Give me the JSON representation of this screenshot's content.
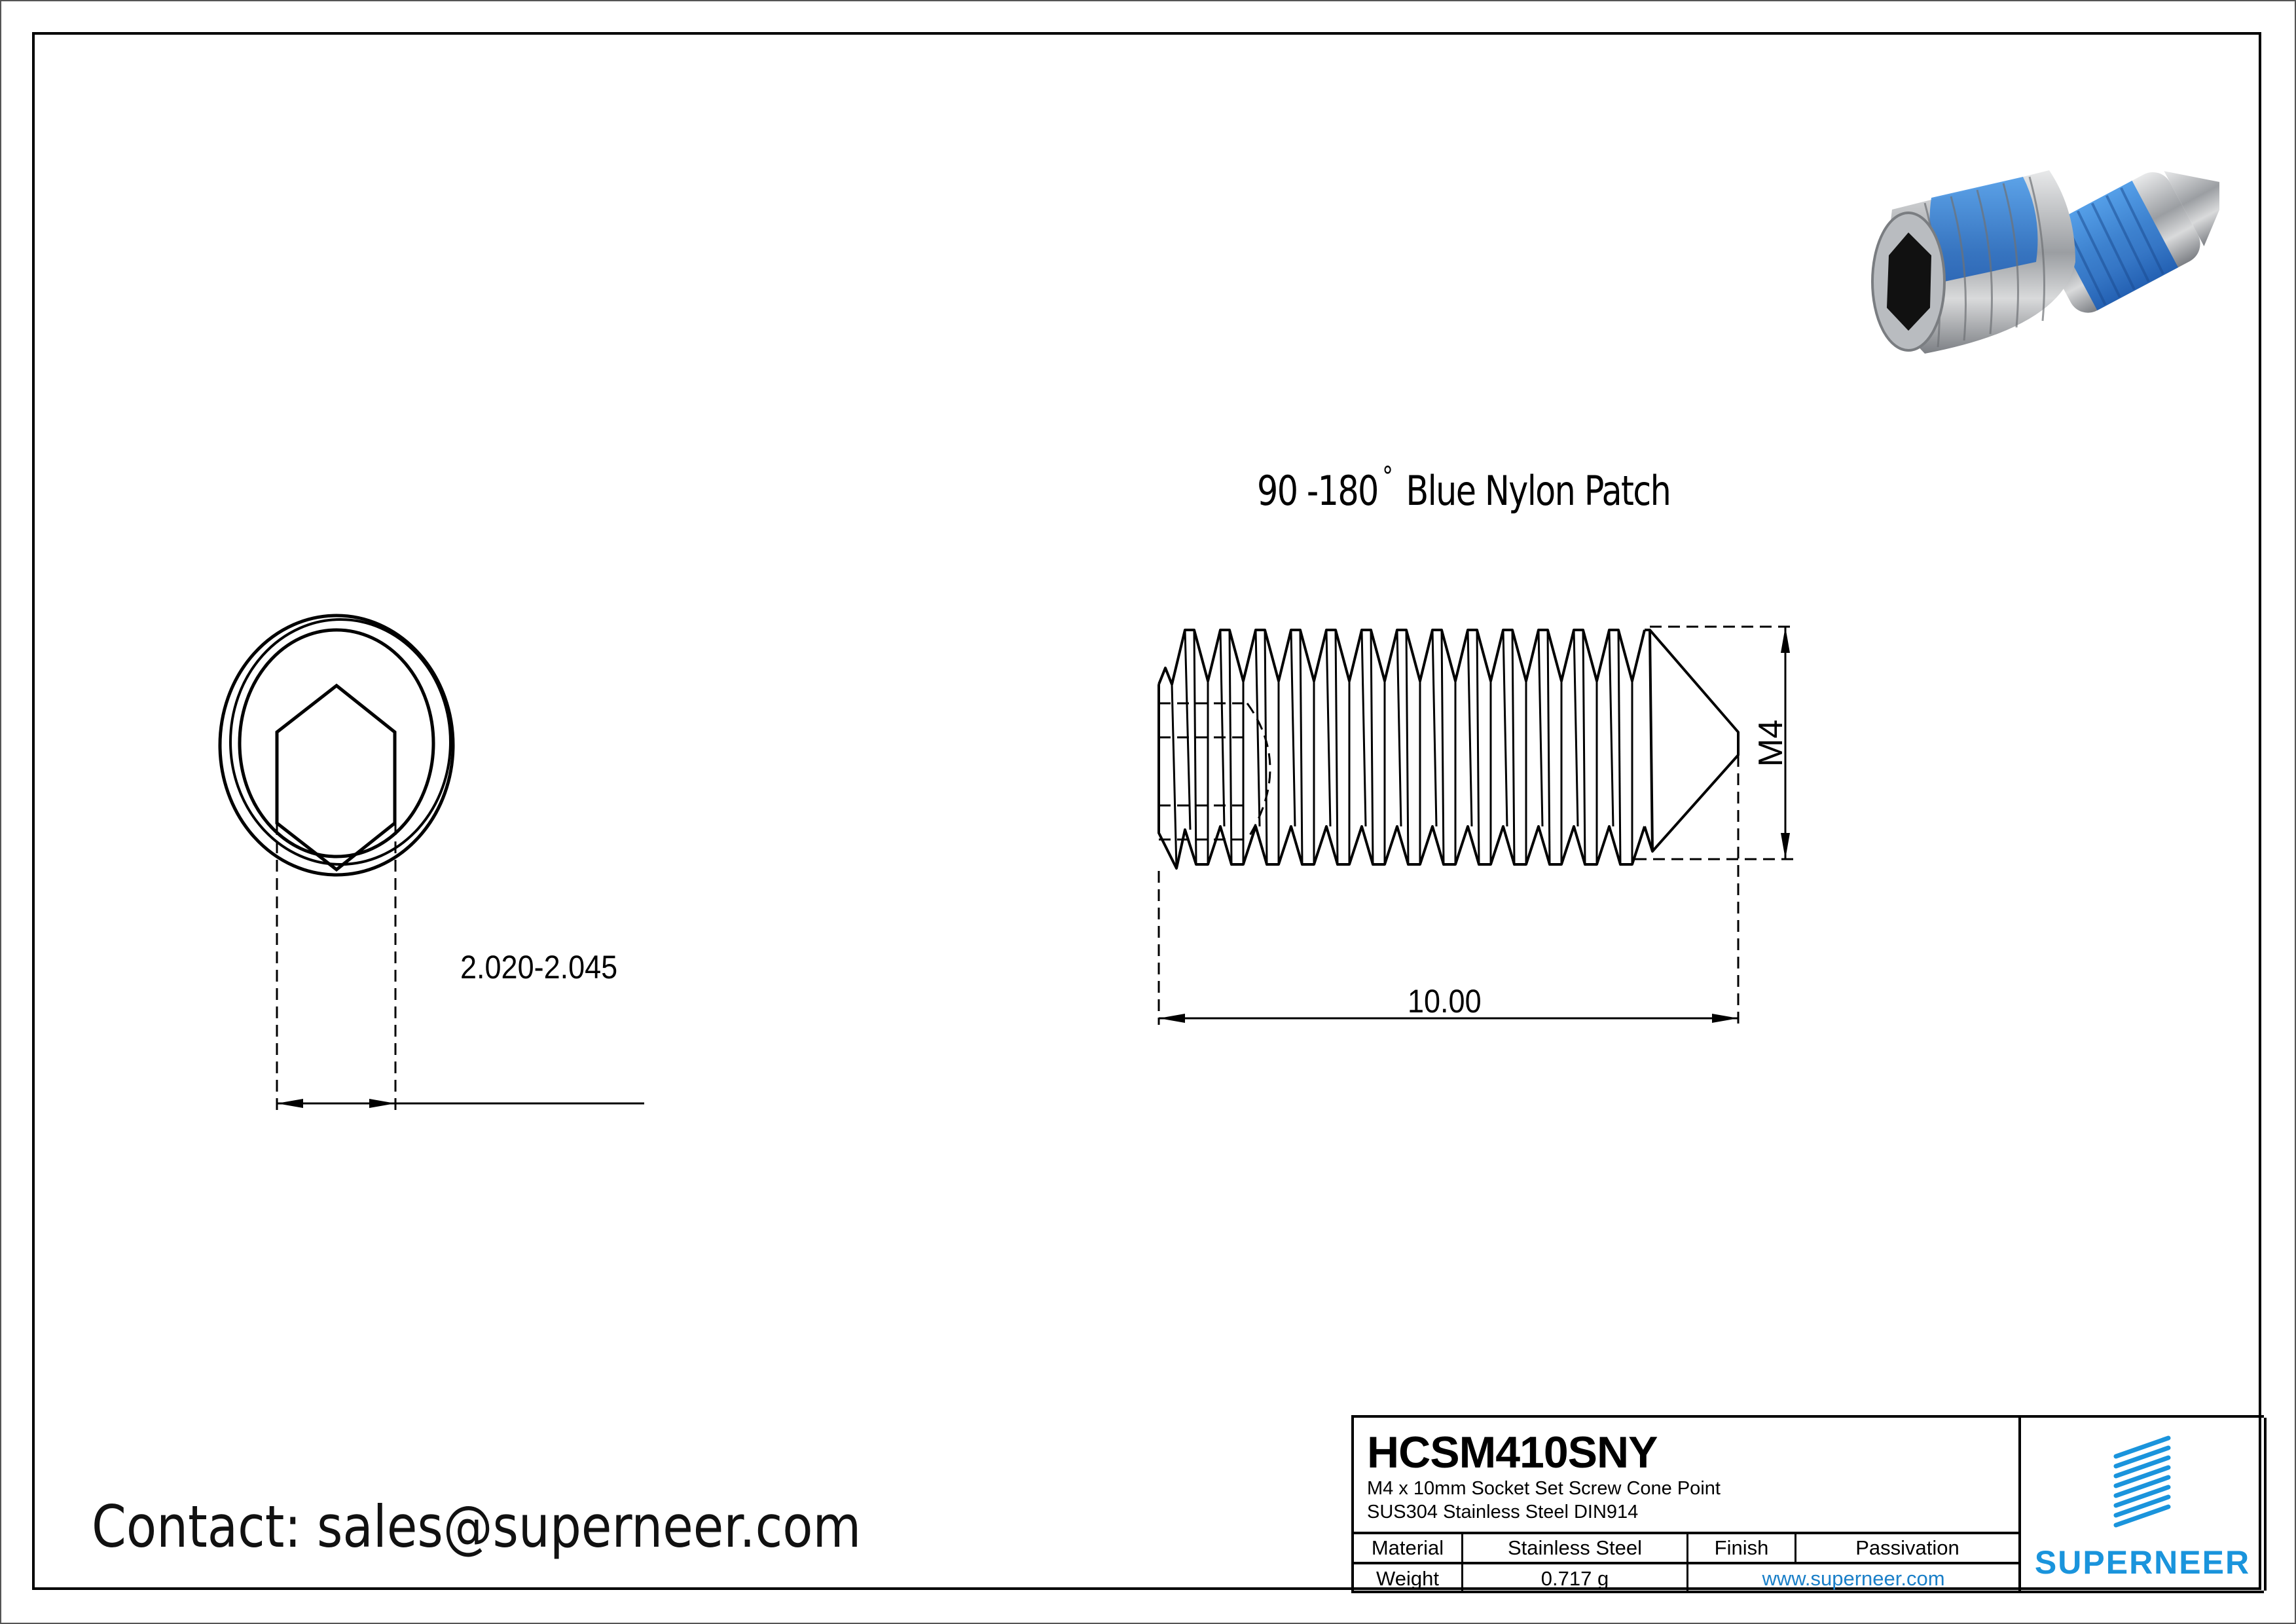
{
  "drawing": {
    "patch_label": {
      "angle": "90 -180",
      "degree_symbol": "°",
      "text": "Blue Nylon Patch"
    },
    "dimensions": {
      "socket_width": "2.020-2.045",
      "length": "10.00",
      "thread": "M4"
    },
    "contact": "Contact: sales@superneer.com",
    "photo": {
      "description": "Two stainless steel cone point set screws with blue nylon patch",
      "colors": {
        "nylon": "#2f7fd6",
        "steel": "#b9bcc0"
      }
    }
  },
  "title_block": {
    "part_number": "HCSM410SNY",
    "description_line1": "M4 x 10mm Socket Set Screw Cone Point",
    "description_line2": "SUS304 Stainless Steel DIN914",
    "material_label": "Material",
    "material_value": "Stainless Steel",
    "finish_label": "Finish",
    "finish_value": "Passivation",
    "weight_label": "Weight",
    "weight_value": "0.717 g",
    "website": "www.superneer.com",
    "logo_text": "SUPERNEER",
    "brand_color": "#1a94dc"
  }
}
